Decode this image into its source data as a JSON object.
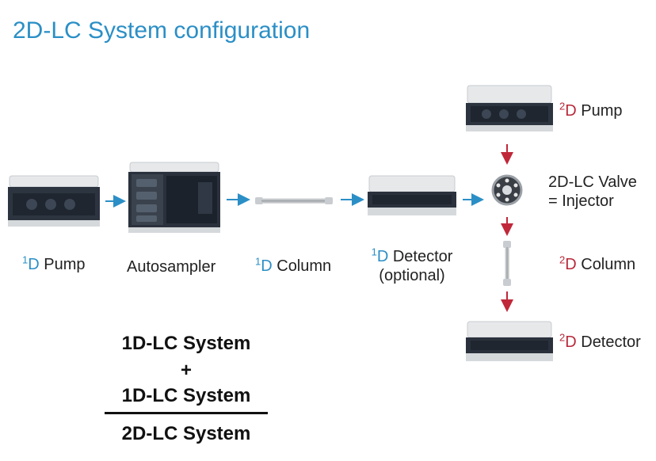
{
  "title": "2D-LC System configuration",
  "labels": {
    "pump1": {
      "sup": "1",
      "d": "D",
      "rest": " Pump"
    },
    "autosampler": "Autosampler",
    "column1": {
      "sup": "1",
      "d": "D",
      "rest": " Column"
    },
    "detector1": {
      "sup": "1",
      "d": "D",
      "rest": " Detector",
      "line2": "(optional)"
    },
    "pump2": {
      "sup": "2",
      "d": "D",
      "rest": " Pump"
    },
    "valve": {
      "line1": "2D-LC Valve",
      "line2": "= Injector"
    },
    "column2": {
      "sup": "2",
      "d": "D",
      "rest": " Column"
    },
    "detector2": {
      "sup": "2",
      "d": "D",
      "rest": " Detector"
    }
  },
  "formula": {
    "line1": "1D-LC System",
    "plus": "+",
    "line2": "1D-LC System",
    "result": "2D-LC System"
  },
  "colors": {
    "title": "#2b8fc6",
    "arrow_blue": "#2b8fc6",
    "arrow_red": "#c0283a"
  }
}
